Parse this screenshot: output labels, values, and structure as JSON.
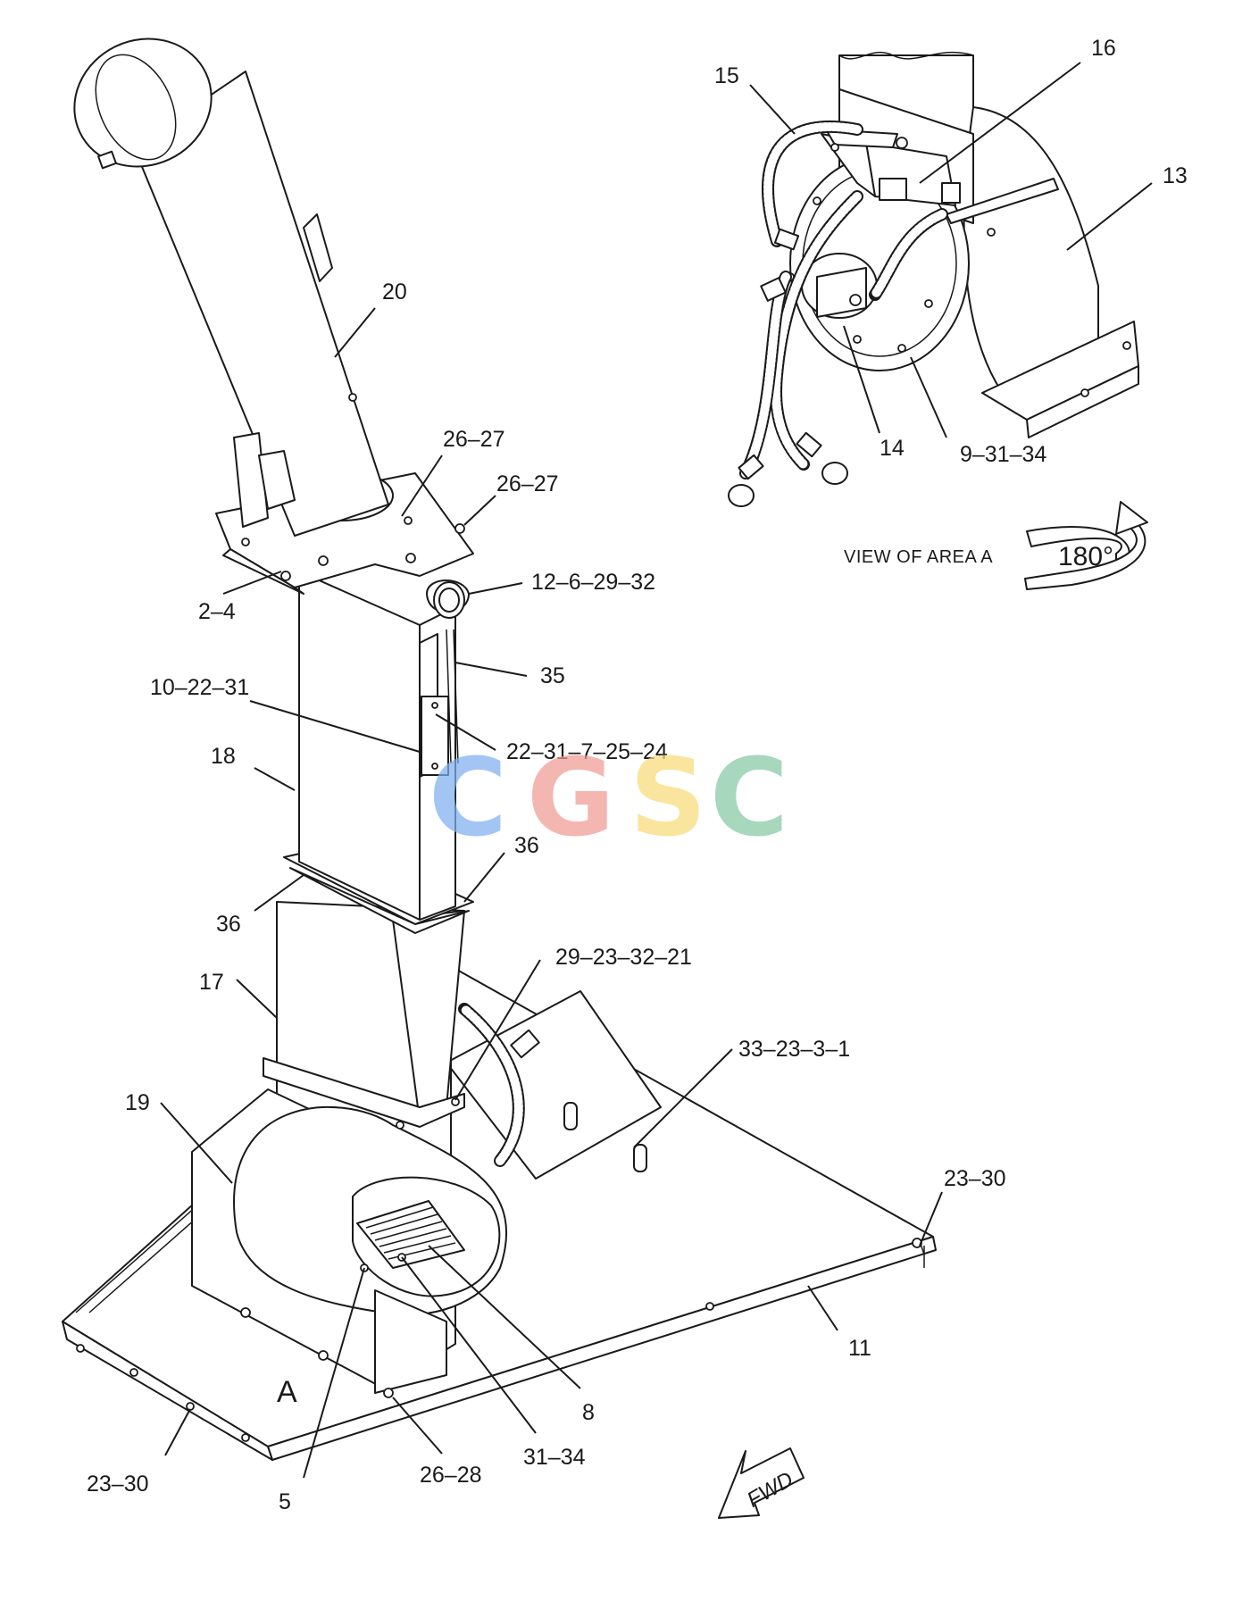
{
  "labels": {
    "l20": "20",
    "l26_27a": "26–27",
    "l26_27b": "26–27",
    "l2_4": "2–4",
    "l12": "12–6–29–32",
    "l35": "35",
    "l10": "10–22–31",
    "l22": "22–31–7–25–24",
    "l18": "18",
    "l36a": "36",
    "l36b": "36",
    "l29": "29–23–32–21",
    "l17": "17",
    "l33": "33–23–3–1",
    "l19": "19",
    "l23_30a": "23–30",
    "l11": "11",
    "l8": "8",
    "l31_34": "31–34",
    "l26_28": "26–28",
    "l5": "5",
    "l23_30b": "23–30",
    "l15": "15",
    "l16": "16",
    "l13": "13",
    "l14": "14",
    "l9": "9–31–34"
  },
  "view_title": "VIEW OF AREA  A",
  "rotation": "180°",
  "area_marker": "A",
  "fwd": "FWD",
  "watermark": {
    "letters": [
      "C",
      "G",
      "S",
      "C"
    ],
    "colors": [
      "#7fb0f0",
      "#f09b94",
      "#f8dc7a",
      "#86c8a4"
    ]
  }
}
